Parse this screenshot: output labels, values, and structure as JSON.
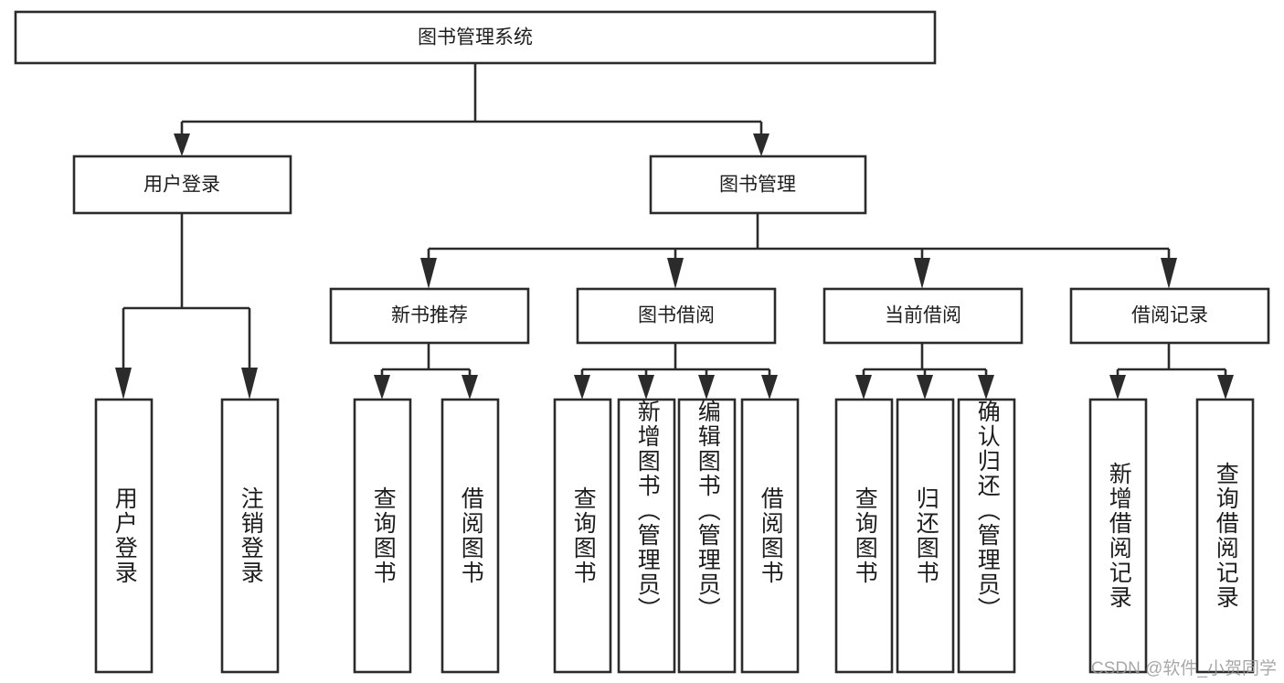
{
  "diagram": {
    "title": "图书管理系统",
    "type": "tree-hierarchy",
    "root": {
      "label": "图书管理系统"
    },
    "level2": [
      {
        "label": "用户登录"
      },
      {
        "label": "图书管理"
      }
    ],
    "level3": [
      {
        "label": "新书推荐"
      },
      {
        "label": "图书借阅"
      },
      {
        "label": "当前借阅"
      },
      {
        "label": "借阅记录"
      }
    ],
    "leaves": {
      "user_login": [
        {
          "label": "用户登录"
        },
        {
          "label": "注销登录"
        }
      ],
      "new_book_recommend": [
        {
          "label": "查询图书"
        },
        {
          "label": "借阅图书"
        }
      ],
      "book_borrow": [
        {
          "label": "查询图书"
        },
        {
          "label": "新增图书（管理员）"
        },
        {
          "label": "编辑图书（管理员）"
        },
        {
          "label": "借阅图书"
        }
      ],
      "current_borrow": [
        {
          "label": "查询图书"
        },
        {
          "label": "归还图书"
        },
        {
          "label": "确认归还（管理员）"
        }
      ],
      "borrow_record": [
        {
          "label": "新增借阅记录"
        },
        {
          "label": "查询借阅记录"
        }
      ]
    }
  },
  "watermark": {
    "text": "CSDN @软件_小贺同学"
  },
  "colors": {
    "stroke": "#2b2b2b",
    "fill": "#ffffff",
    "text": "#1d1d1d",
    "watermark": "#9a9a9a"
  }
}
